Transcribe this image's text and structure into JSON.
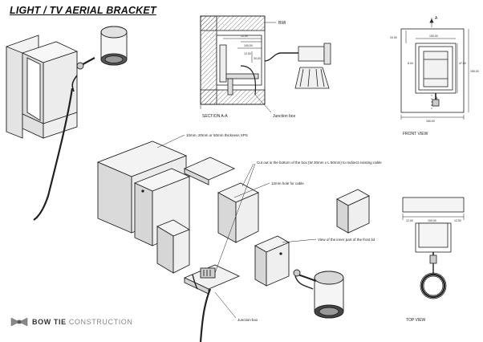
{
  "title": "LIGHT / TV AERIAL BRACKET",
  "brand": {
    "strong": "BOW TIE",
    "light": "CONSTRUCTION"
  },
  "labels": {
    "bwi": "BWI",
    "section": "SECTION A-A",
    "junction_top": "Junction box",
    "front_view": "FRONT VIEW",
    "top_view": "TOP VIEW",
    "xps": "10mm, 20mm or 50mm thickness XPS",
    "cutout": "Cut out in the bottom of the box (W 30mm x L 50mm) to redirect existing cable",
    "hole": "12mm hole for cable",
    "inner_lid": "View of the inner part of the front lid",
    "junction_bottom": "Junction box"
  },
  "section_markers": {
    "a_top": "A",
    "a_bottom": "A"
  },
  "dims": {
    "front_width": "150.00",
    "front_inner": "100.00",
    "front_left": "20.00",
    "front_height": "150.00",
    "front_side": "8.00",
    "front_mid": "47.50",
    "top_a": "12.00",
    "top_b": "100.00",
    "top_c": "12.00",
    "sec_a": "12.00",
    "sec_b": "100.00",
    "sec_c": "12.00",
    "sec_d": "30.00"
  },
  "colors": {
    "line": "#222222",
    "hatch": "#555555",
    "face_light": "#f4f4f4",
    "face_mid": "#e6e6e6",
    "face_dark": "#d2d2d2"
  }
}
